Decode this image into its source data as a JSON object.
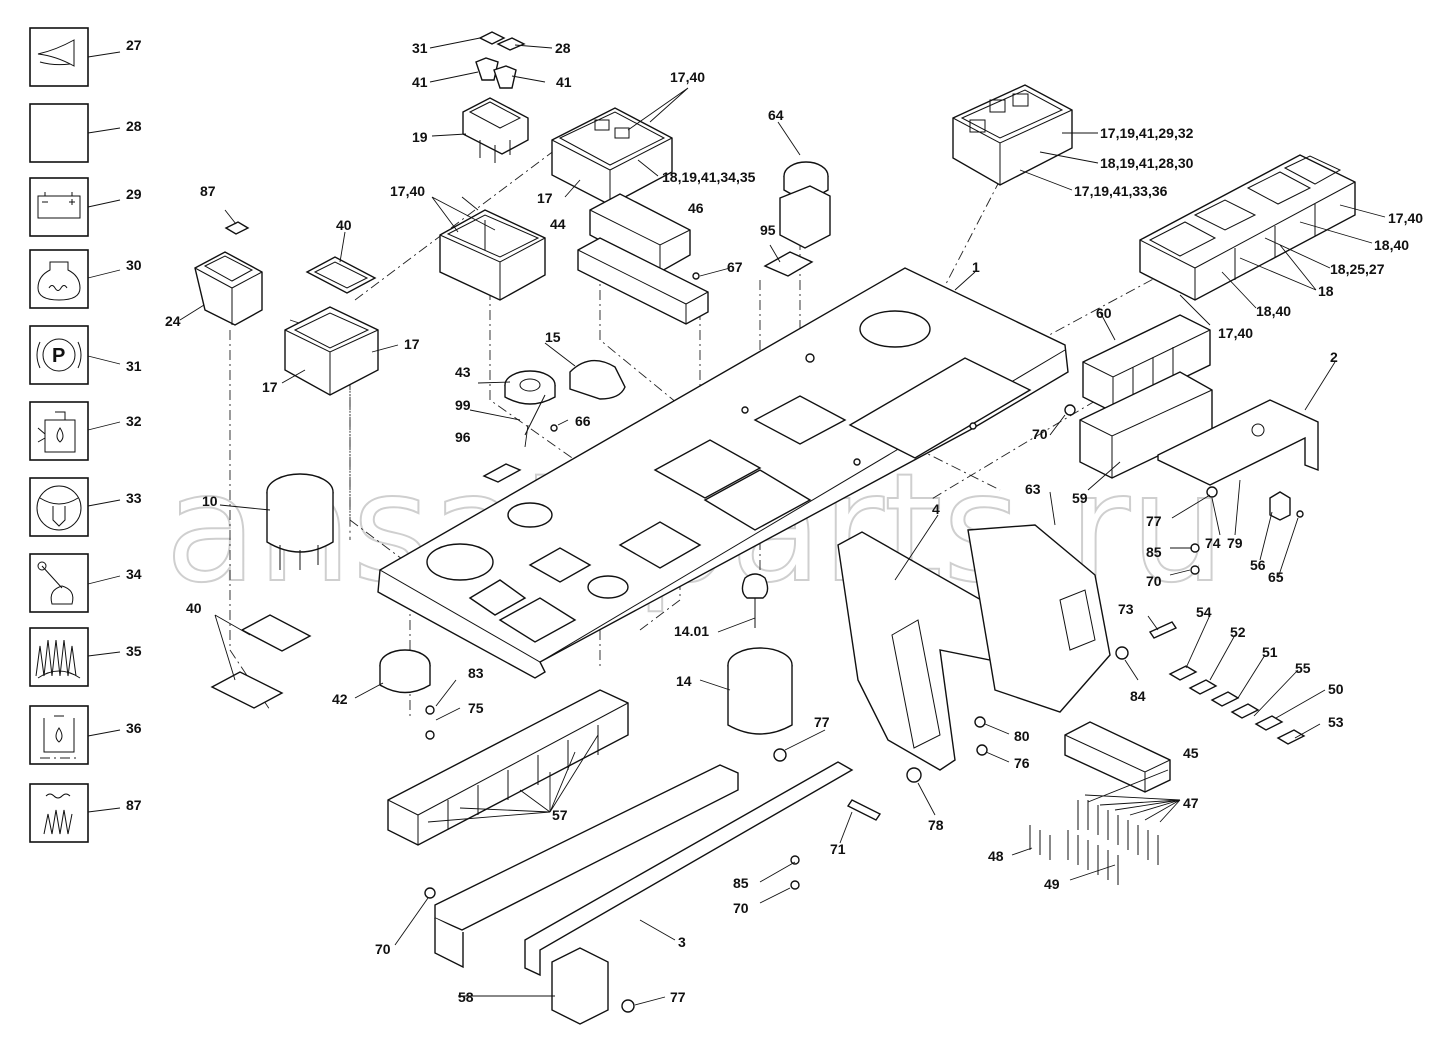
{
  "diagram": {
    "watermark": "ansat-parts.ru",
    "legend_labels": [
      "27",
      "28",
      "29",
      "30",
      "31",
      "32",
      "33",
      "34",
      "35",
      "36",
      "87"
    ],
    "legend_icons": [
      "horn-icon",
      "blank-icon",
      "battery-icon",
      "glow-plug-icon",
      "parking-brake-icon",
      "fuel-icon",
      "rotating-beacon-icon",
      "joystick-icon",
      "heater-icon",
      "hydraulic-oil-icon",
      "heat-icon"
    ],
    "callouts": {
      "c1": "1",
      "c2": "2",
      "c3": "3",
      "c4": "4",
      "c10": "10",
      "c14": "14",
      "c1401": "14.01",
      "c15": "15",
      "c17a": "17",
      "c17b": "17",
      "c17c": "17",
      "c1740a": "17,40",
      "c1740b": "17,40",
      "c1740c": "17,40",
      "c1740d": "17,40",
      "c17194129": "17,19,41,29,32",
      "c18194128": "18,19,41,28,30",
      "c17194133": "17,19,41,33,36",
      "c18194134": "18,19,41,34,35",
      "c1840a": "18,40",
      "c1840b": "18,40",
      "c182527": "18,25,27",
      "c18": "18",
      "c19": "19",
      "c24": "24",
      "c28": "28",
      "c31": "31",
      "c40a": "40",
      "c40b": "40",
      "c41a": "41",
      "c41b": "41",
      "c42": "42",
      "c43": "43",
      "c44": "44",
      "c45": "45",
      "c46": "46",
      "c47": "47",
      "c48": "48",
      "c49": "49",
      "c50": "50",
      "c51": "51",
      "c52": "52",
      "c53": "53",
      "c54": "54",
      "c55": "55",
      "c56": "56",
      "c57": "57",
      "c58": "58",
      "c59": "59",
      "c60": "60",
      "c63": "63",
      "c64": "64",
      "c65": "65",
      "c66": "66",
      "c67": "67",
      "c70a": "70",
      "c70b": "70",
      "c70c": "70",
      "c70d": "70",
      "c71": "71",
      "c73": "73",
      "c74": "74",
      "c75": "75",
      "c76": "76",
      "c77a": "77",
      "c77b": "77",
      "c77c": "77",
      "c78": "78",
      "c79": "79",
      "c80": "80",
      "c83": "83",
      "c84": "84",
      "c85a": "85",
      "c85b": "85",
      "c87": "87",
      "c95": "95",
      "c96": "96",
      "c99": "99"
    }
  }
}
